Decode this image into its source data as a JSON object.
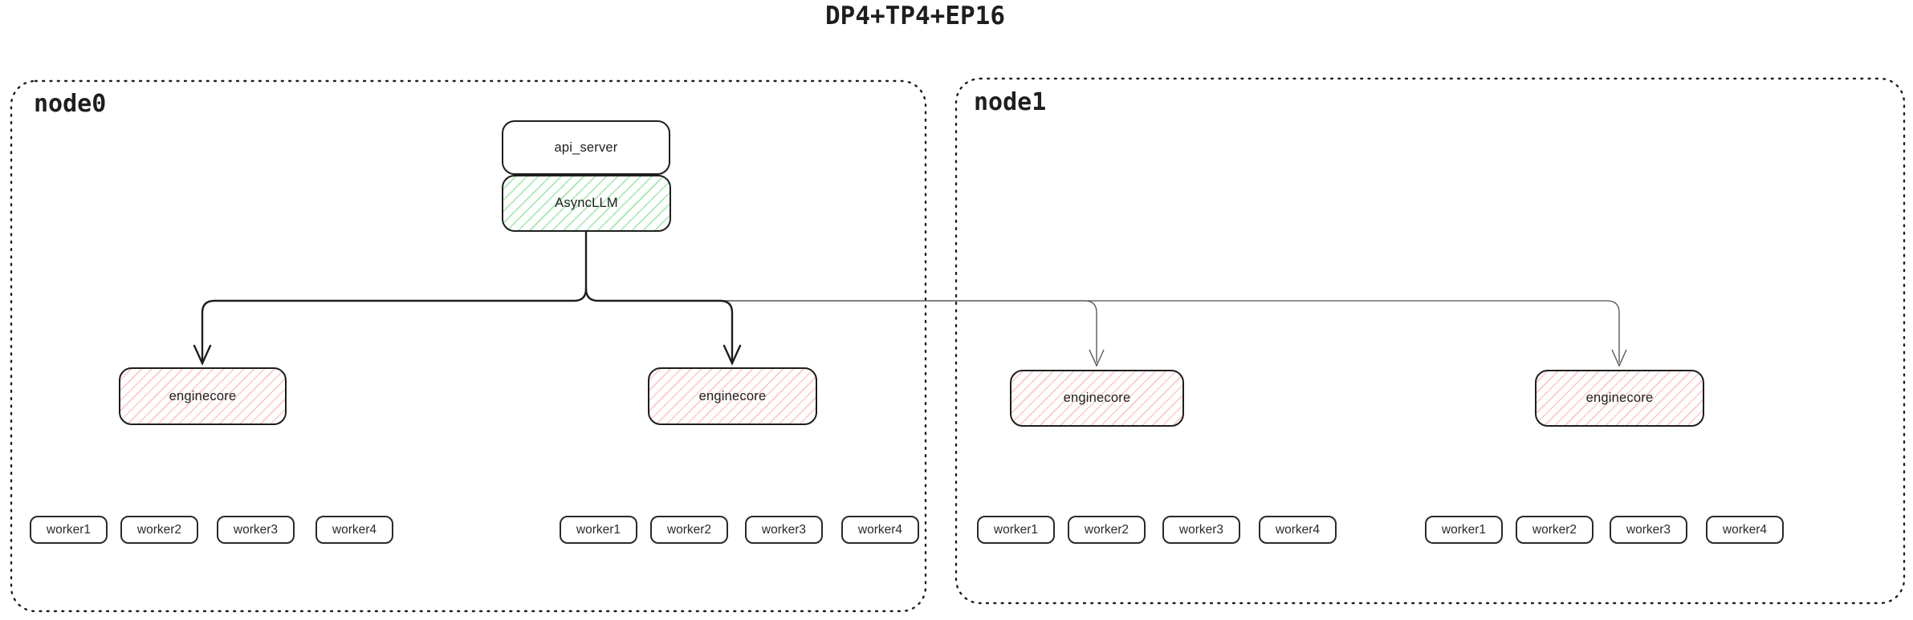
{
  "title": "DP4+TP4+EP16",
  "colors": {
    "ink": "#1e1e1e",
    "green_hatch": "#69db7c",
    "red_hatch": "#ff8787",
    "thin_line": "#4f4f4f",
    "background": "#ffffff"
  },
  "nodes": [
    {
      "label": "node0"
    },
    {
      "label": "node1"
    }
  ],
  "api_server": {
    "label": "api_server"
  },
  "async_llm": {
    "label": "AsyncLLM"
  },
  "enginecores": [
    {
      "label": "enginecore"
    },
    {
      "label": "enginecore"
    },
    {
      "label": "enginecore"
    },
    {
      "label": "enginecore"
    }
  ],
  "worker_groups": [
    [
      "worker1",
      "worker2",
      "worker3",
      "worker4"
    ],
    [
      "worker1",
      "worker2",
      "worker3",
      "worker4"
    ],
    [
      "worker1",
      "worker2",
      "worker3",
      "worker4"
    ],
    [
      "worker1",
      "worker2",
      "worker3",
      "worker4"
    ]
  ]
}
